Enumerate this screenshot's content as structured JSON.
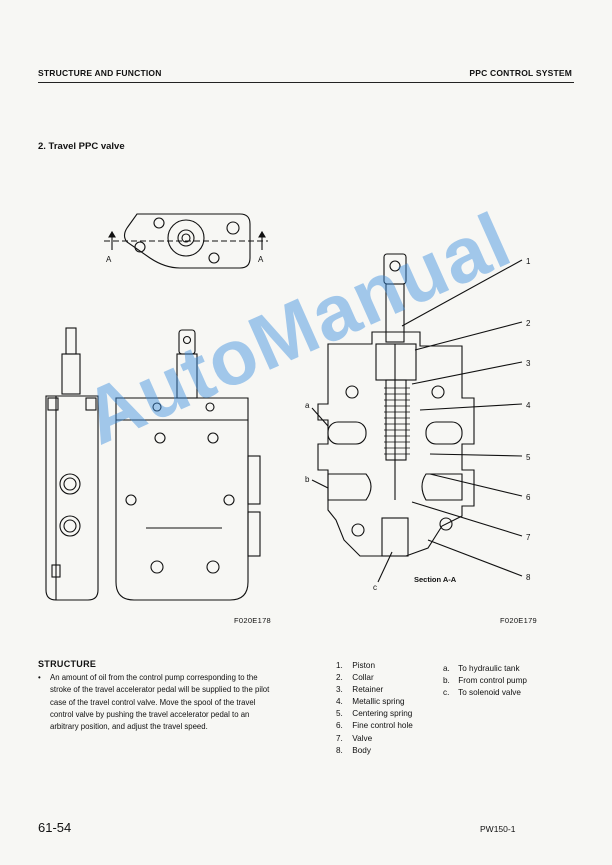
{
  "header": {
    "left": "STRUCTURE AND FUNCTION",
    "right": "PPC CONTROL SYSTEM"
  },
  "section_title": "2. Travel PPC valve",
  "figures": {
    "left_caption": "F020E178",
    "right_caption": "F020E179",
    "section_label": "Section A-A",
    "cut_label_left": "A",
    "cut_label_right": "A",
    "callouts": [
      "1",
      "2",
      "3",
      "4",
      "5",
      "6",
      "7",
      "8"
    ],
    "letters": [
      "a",
      "b",
      "c"
    ]
  },
  "structure": {
    "title": "STRUCTURE",
    "bullet": "•",
    "text": "An amount of oil from the control pump corresponding to the stroke of the travel accelerator pedal will be supplied to the pilot case of the travel control valve. Move the spool of the travel control valve by pushing the travel accelerator pedal to an arbitrary position, and adjust the travel speed."
  },
  "parts": [
    {
      "num": "1.",
      "name": "Piston"
    },
    {
      "num": "2.",
      "name": "Collar"
    },
    {
      "num": "3.",
      "name": "Retainer"
    },
    {
      "num": "4.",
      "name": "Metallic spring"
    },
    {
      "num": "5.",
      "name": "Centering spring"
    },
    {
      "num": "6.",
      "name": "Fine control hole"
    },
    {
      "num": "7.",
      "name": "Valve"
    },
    {
      "num": "8.",
      "name": "Body"
    }
  ],
  "ports": [
    {
      "letter": "a.",
      "name": "To hydraulic tank"
    },
    {
      "letter": "b.",
      "name": "From control pump"
    },
    {
      "letter": "c.",
      "name": "To solenoid valve"
    }
  ],
  "footer": {
    "page": "61-54",
    "model": "PW150-1"
  },
  "watermark": "AutoManual"
}
